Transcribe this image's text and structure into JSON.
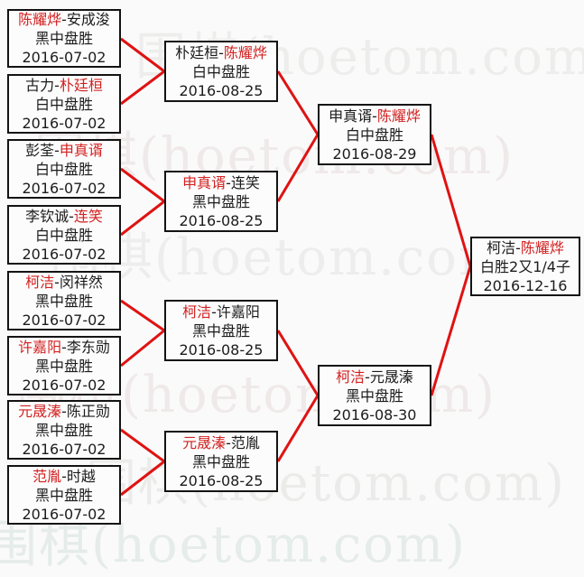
{
  "watermark": {
    "text": "围棋(hoetom.com)"
  },
  "labels": {
    "sep": "-"
  },
  "colors": {
    "connector_red": "#e01212",
    "winner_name_red": "#d32222",
    "text_black": "#1c1c1c",
    "box_border": "#131313",
    "background": "#fafafa"
  },
  "matches": {
    "r1m1": {
      "p1": "陈耀烨",
      "p1_class": "red",
      "p2": "安成浚",
      "p2_class": "blk",
      "result": "黑中盘胜",
      "date": "2016-07-02"
    },
    "r1m2": {
      "p1": "古力",
      "p1_class": "blk",
      "p2": "朴廷桓",
      "p2_class": "red",
      "result": "白中盘胜",
      "date": "2016-07-02"
    },
    "r1m3": {
      "p1": "彭荃",
      "p1_class": "blk",
      "p2": "申真谞",
      "p2_class": "red",
      "result": "白中盘胜",
      "date": "2016-07-02"
    },
    "r1m4": {
      "p1": "李钦诚",
      "p1_class": "blk",
      "p2": "连笑",
      "p2_class": "red",
      "result": "白中盘胜",
      "date": "2016-07-02"
    },
    "r1m5": {
      "p1": "柯洁",
      "p1_class": "red",
      "p2": "闵祥然",
      "p2_class": "blk",
      "result": "黑中盘胜",
      "date": "2016-07-02"
    },
    "r1m6": {
      "p1": "许嘉阳",
      "p1_class": "red",
      "p2": "李东勋",
      "p2_class": "blk",
      "result": "黑中盘胜",
      "date": "2016-07-02"
    },
    "r1m7": {
      "p1": "元晟溱",
      "p1_class": "red",
      "p2": "陈正勋",
      "p2_class": "blk",
      "result": "黑中盘胜",
      "date": "2016-07-02"
    },
    "r1m8": {
      "p1": "范胤",
      "p1_class": "red",
      "p2": "时越",
      "p2_class": "blk",
      "result": "黑中盘胜",
      "date": "2016-07-02"
    },
    "r2m1": {
      "p1": "朴廷桓",
      "p1_class": "blk",
      "p2": "陈耀烨",
      "p2_class": "red",
      "result": "白中盘胜",
      "date": "2016-08-25"
    },
    "r2m2": {
      "p1": "申真谞",
      "p1_class": "red",
      "p2": "连笑",
      "p2_class": "blk",
      "result": "黑中盘胜",
      "date": "2016-08-25"
    },
    "r2m3": {
      "p1": "柯洁",
      "p1_class": "red",
      "p2": "许嘉阳",
      "p2_class": "blk",
      "result": "黑中盘胜",
      "date": "2016-08-25"
    },
    "r2m4": {
      "p1": "元晟溱",
      "p1_class": "red",
      "p2": "范胤",
      "p2_class": "blk",
      "result": "黑中盘胜",
      "date": "2016-08-25"
    },
    "sf1": {
      "p1": "申真谞",
      "p1_class": "blk",
      "p2": "陈耀烨",
      "p2_class": "red",
      "result": "白中盘胜",
      "date": "2016-08-29"
    },
    "sf2": {
      "p1": "柯洁",
      "p1_class": "red",
      "p2": "元晟溱",
      "p2_class": "blk",
      "result": "黑中盘胜",
      "date": "2016-08-30"
    },
    "final": {
      "p1": "柯洁",
      "p1_class": "blk",
      "p2": "陈耀烨",
      "p2_class": "red",
      "result": "白胜2又1/4子",
      "date": "2016-12-16"
    }
  }
}
